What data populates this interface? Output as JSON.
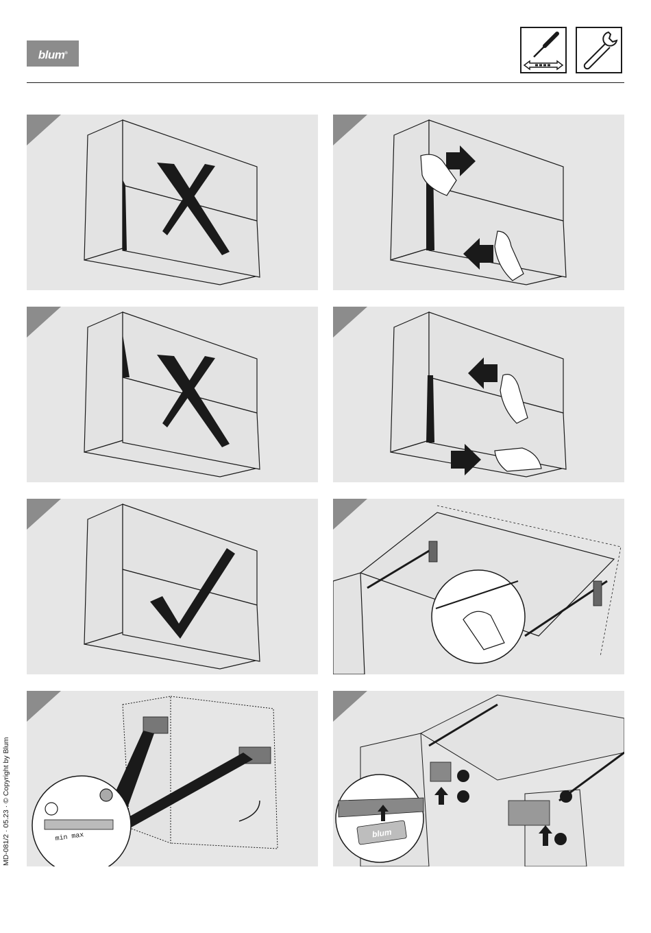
{
  "header": {
    "logo_text": "blum",
    "logo_mark": "®",
    "tool_icons": [
      "screwdriver-adjust-icon",
      "wrench-icon"
    ]
  },
  "steps": [
    {
      "id": 1,
      "mark": "cross",
      "gap": "left-top"
    },
    {
      "id": 2,
      "mark": "hands-push",
      "gap": "left"
    },
    {
      "id": 3,
      "mark": "cross",
      "gap": "left-bottom"
    },
    {
      "id": 4,
      "mark": "hands-push-reverse",
      "gap": "left"
    },
    {
      "id": 5,
      "mark": "check",
      "gap": "none"
    },
    {
      "id": 6,
      "mark": "hinge-detail"
    },
    {
      "id": 7,
      "mark": "lift-mechanism-detail",
      "scale_label": "min  max"
    },
    {
      "id": 8,
      "mark": "cover-cap-detail",
      "cap_logo": "blum"
    }
  ],
  "colors": {
    "panel_bg": "#e6e6e6",
    "line": "#1a1a1a",
    "fill": "#e3e3e3",
    "logo_bg": "#8c8c8c"
  },
  "footer": {
    "side_text": "MD-081/2 · 05.23 · © Copyright by Blum"
  }
}
